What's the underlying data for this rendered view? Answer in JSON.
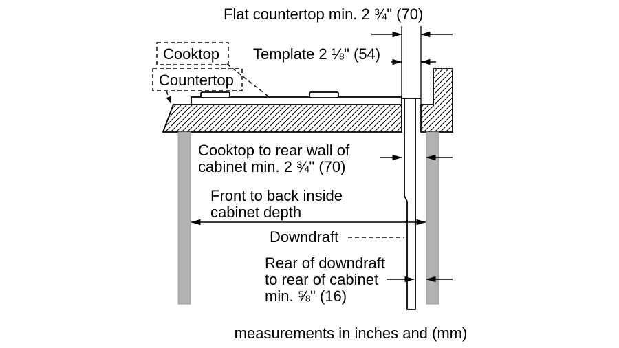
{
  "diagram": {
    "footer": "measurements in inches and (mm)",
    "labels": {
      "flat_countertop": "Flat countertop min. 2 ¾\" (70)",
      "cooktop": "Cooktop",
      "template": "Template 2 ⅛\" (54)",
      "countertop": "Countertop",
      "cooktop_to_rear_1": "Cooktop to rear wall of",
      "cooktop_to_rear_2": "cabinet min. 2 ¾\" (70)",
      "front_back_1": "Front to back inside",
      "front_back_2": "cabinet depth",
      "downdraft": "Downdraft",
      "rear_downdraft_1": "Rear of downdraft",
      "rear_downdraft_2": "to rear of cabinet",
      "rear_downdraft_3": "min. ⅝\" (16)"
    },
    "measurements": {
      "flat_countertop": {
        "inches": "2 3/4",
        "mm": 70
      },
      "template": {
        "inches": "2 1/8",
        "mm": 54
      },
      "cooktop_to_rear_wall_min": {
        "inches": "2 3/4",
        "mm": 70
      },
      "rear_downdraft_to_rear_cabinet_min": {
        "inches": "5/8",
        "mm": 16
      }
    },
    "colors": {
      "line": "#000000",
      "cabinet_gray": "#b2b2b2",
      "background": "#ffffff"
    }
  }
}
